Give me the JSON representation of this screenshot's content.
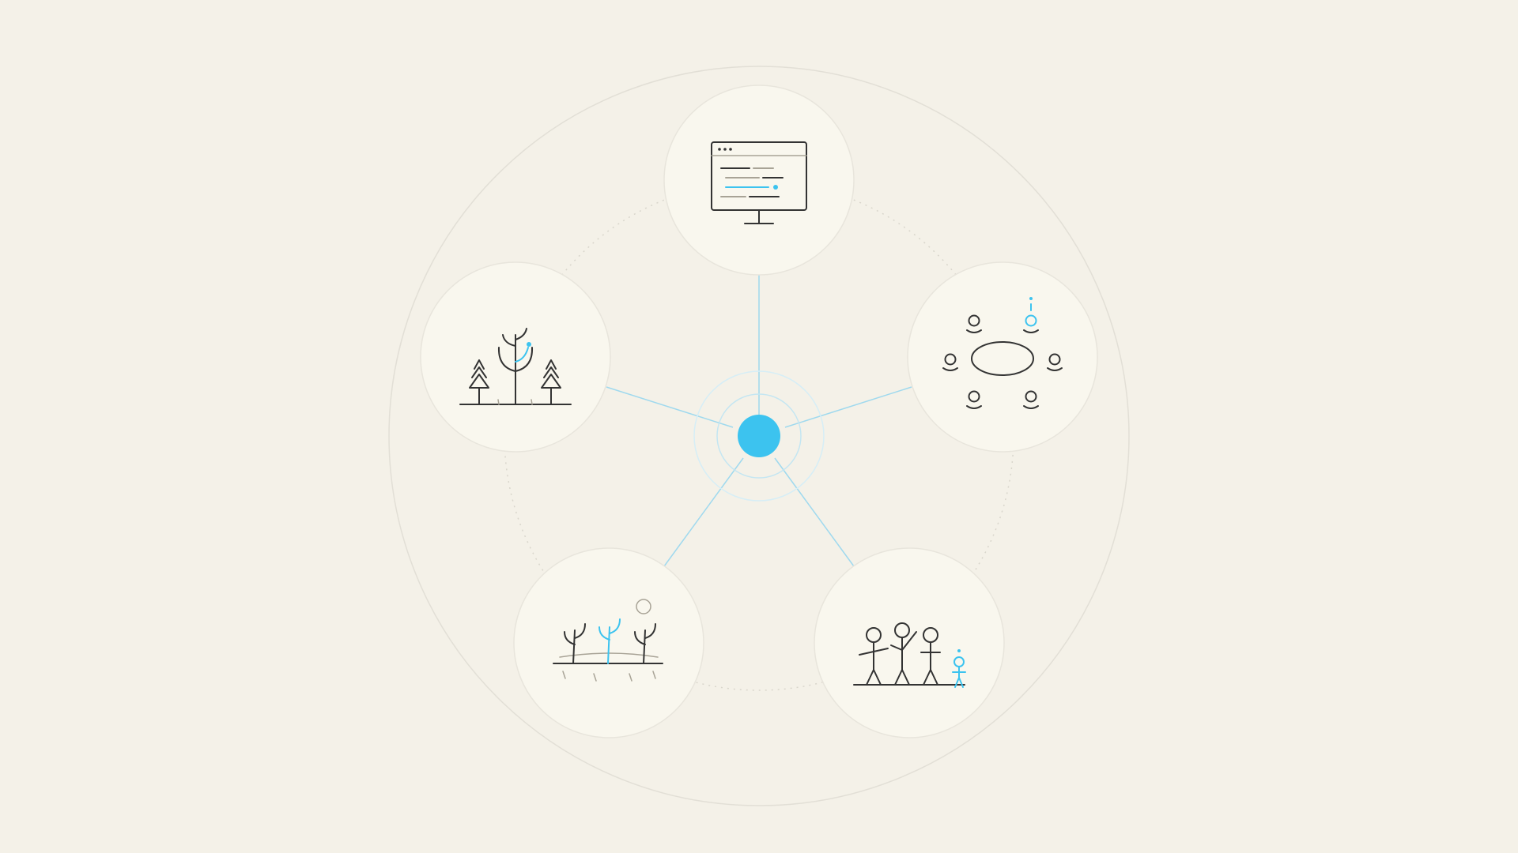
{
  "diagram": {
    "type": "hub-and-spoke",
    "colors": {
      "background": "#f4f1e8",
      "node_fill": "#f9f7ee",
      "node_stroke": "#e8e5dc",
      "accent": "#3cc3ef",
      "ink": "#333333",
      "muted": "#a8a396",
      "connector": "#9fd9ee",
      "outer_ring": "#e2dfd6",
      "dotted_ring": "#d9d6cc"
    },
    "hub": {
      "icon": "center-dot-icon"
    },
    "nodes": [
      {
        "id": "digital",
        "icon": "computer-monitor-icon"
      },
      {
        "id": "meeting",
        "icon": "meeting-table-icon"
      },
      {
        "id": "family",
        "icon": "family-group-icon"
      },
      {
        "id": "seedlings",
        "icon": "seedlings-field-icon"
      },
      {
        "id": "forest",
        "icon": "forest-trees-icon"
      }
    ]
  }
}
